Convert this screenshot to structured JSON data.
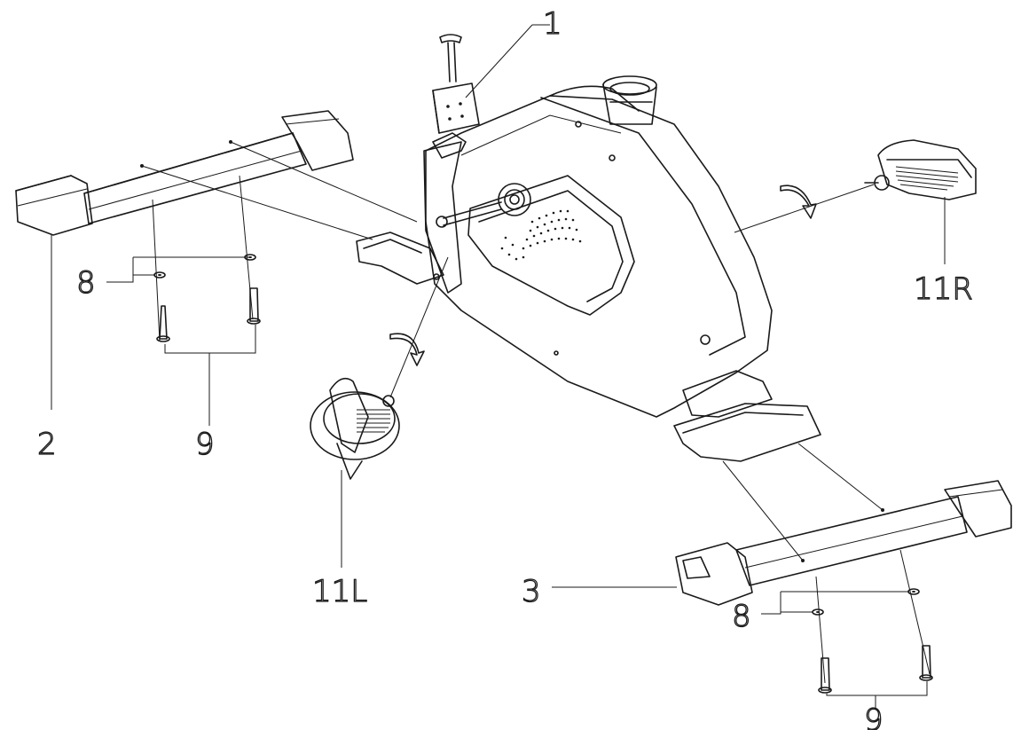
{
  "labels": {
    "l1": "1",
    "l2": "2",
    "l3": "3",
    "l8a": "8",
    "l8b": "8",
    "l9a": "9",
    "l9b": "9",
    "l11R": "11R",
    "l11L": "11L"
  },
  "parts": [
    "seat-post-knob",
    "front-stabilizer",
    "rear-stabilizer",
    "main-frame",
    "left-pedal",
    "right-pedal",
    "washer",
    "bolt"
  ]
}
